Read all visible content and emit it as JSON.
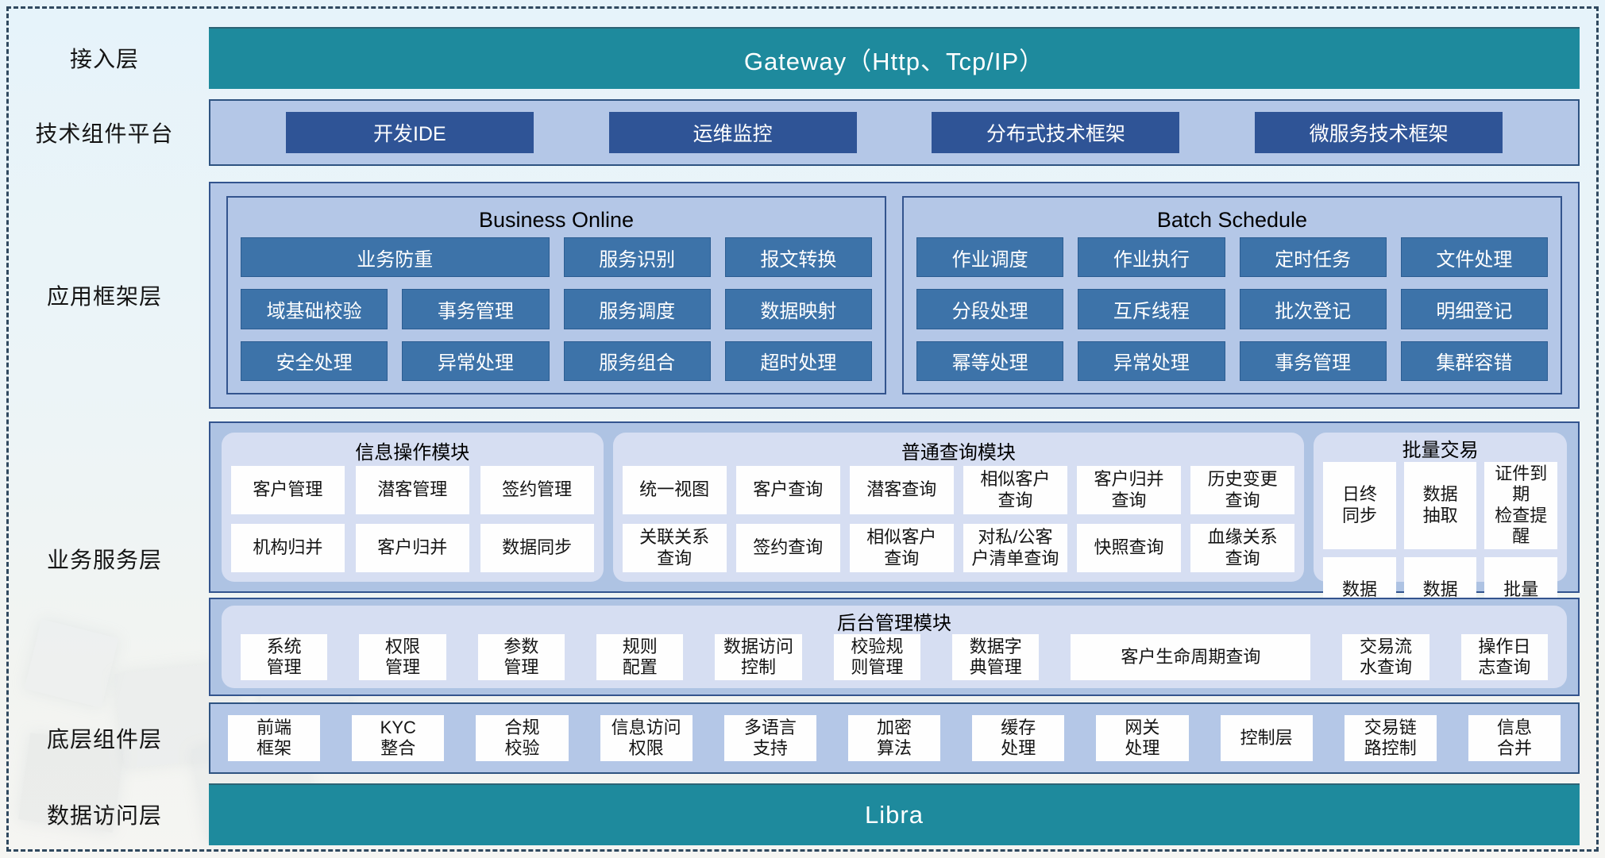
{
  "colors": {
    "teal_bar": "#1e8a9d",
    "navy_button": "#2f5496",
    "steel_button": "#3d73a9",
    "band_background": "#b4c7e7",
    "module_background": "#d6def2",
    "cell_background": "#fefefe",
    "container_border": "#33548e",
    "dashed_frame": "#30495f"
  },
  "layers": {
    "access": {
      "label": "接入层",
      "gateway": "Gateway（Http、Tcp/IP）"
    },
    "tech": {
      "label": "技术组件平台",
      "items": [
        "开发IDE",
        "运维监控",
        "分布式技术框架",
        "微服务技术框架"
      ]
    },
    "framework": {
      "label": "应用框架层",
      "business_online": {
        "title": "Business Online",
        "row1": [
          "业务防重",
          "服务识别",
          "报文转换"
        ],
        "row2": [
          "域基础校验",
          "事务管理",
          "服务调度",
          "数据映射"
        ],
        "row3": [
          "安全处理",
          "异常处理",
          "服务组合",
          "超时处理"
        ]
      },
      "batch_schedule": {
        "title": "Batch Schedule",
        "row1": [
          "作业调度",
          "作业执行",
          "定时任务",
          "文件处理"
        ],
        "row2": [
          "分段处理",
          "互斥线程",
          "批次登记",
          "明细登记"
        ],
        "row3": [
          "幂等处理",
          "异常处理",
          "事务管理",
          "集群容错"
        ]
      }
    },
    "service": {
      "label": "业务服务层",
      "info_module": {
        "title": "信息操作模块",
        "row1": [
          "客户管理",
          "潜客管理",
          "签约管理"
        ],
        "row2": [
          "机构归并",
          "客户归并",
          "数据同步"
        ]
      },
      "query_module": {
        "title": "普通查询模块",
        "row1": [
          "统一视图",
          "客户查询",
          "潜客查询",
          "相似客户\n查询",
          "客户归并\n查询",
          "历史变更\n查询"
        ],
        "row2": [
          "关联关系\n查询",
          "签约查询",
          "相似客户\n查询",
          "对私/公客\n户清单查询",
          "快照查询",
          "血缘关系\n查询"
        ]
      },
      "batch_module": {
        "title": "批量交易",
        "row1": [
          "日终\n同步",
          "数据\n抽取",
          "证件到期\n检查提醒"
        ],
        "row2": [
          "数据\n转换",
          "数据\n装载",
          "批量\n开户"
        ]
      },
      "admin_module": {
        "title": "后台管理模块",
        "items": [
          "系统\n管理",
          "权限\n管理",
          "参数\n管理",
          "规则\n配置",
          "数据访问\n控制",
          "校验规\n则管理",
          "数据字\n典管理",
          "客户生命周期查询",
          "交易流\n水查询",
          "操作日\n志查询"
        ]
      }
    },
    "base": {
      "label": "底层组件层",
      "items": [
        "前端\n框架",
        "KYC\n整合",
        "合规\n校验",
        "信息访问\n权限",
        "多语言\n支持",
        "加密\n算法",
        "缓存\n处理",
        "网关\n处理",
        "控制层",
        "交易链\n路控制",
        "信息\n合并"
      ]
    },
    "data_access": {
      "label": "数据访问层",
      "bar": "Libra"
    }
  }
}
